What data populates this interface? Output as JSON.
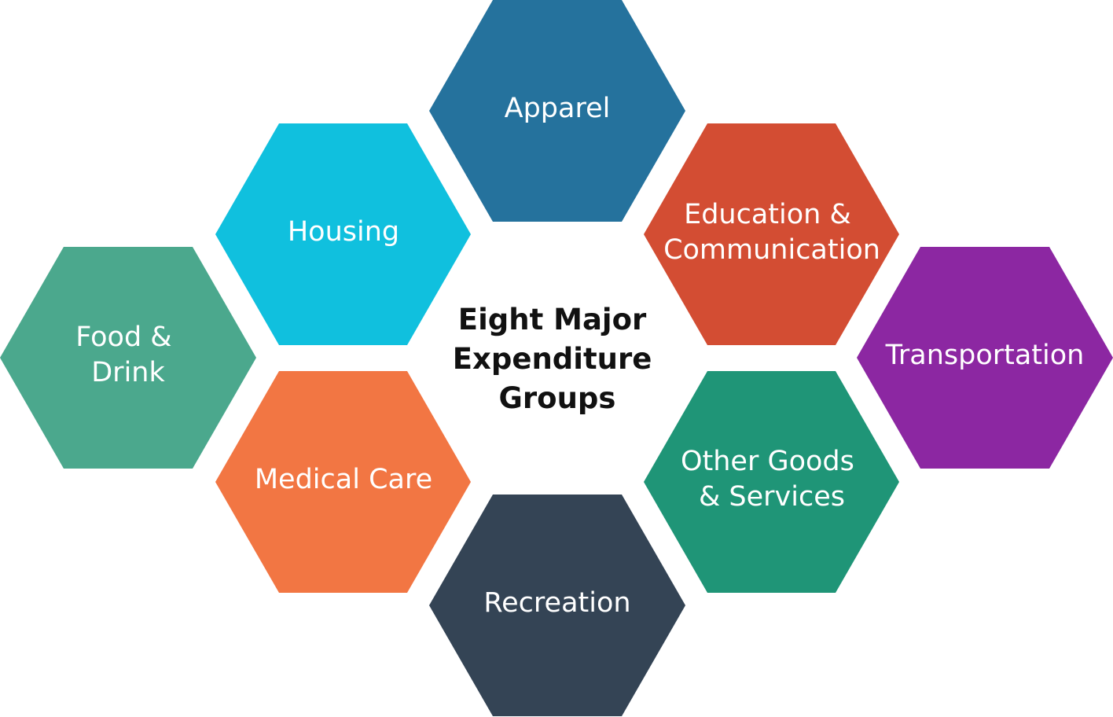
{
  "diagram": {
    "center": {
      "lines": [
        "Eight Major",
        "Expenditure",
        "Groups"
      ]
    },
    "groups": [
      {
        "id": "apparel",
        "label_lines": [
          "Apparel"
        ],
        "color": "#25729D"
      },
      {
        "id": "housing",
        "label_lines": [
          "Housing"
        ],
        "color": "#10C0DE"
      },
      {
        "id": "education-communication",
        "label_lines": [
          "Education &",
          "Communication"
        ],
        "color": "#D34D33"
      },
      {
        "id": "food-drink",
        "label_lines": [
          "Food &",
          "Drink"
        ],
        "color": "#4BA88D"
      },
      {
        "id": "transportation",
        "label_lines": [
          "Transportation"
        ],
        "color": "#8C27A2"
      },
      {
        "id": "medical-care",
        "label_lines": [
          "Medical Care"
        ],
        "color": "#F27643"
      },
      {
        "id": "other-goods-services",
        "label_lines": [
          "Other Goods",
          "& Services"
        ],
        "color": "#1F9577"
      },
      {
        "id": "recreation",
        "label_lines": [
          "Recreation"
        ],
        "color": "#344455"
      }
    ]
  }
}
